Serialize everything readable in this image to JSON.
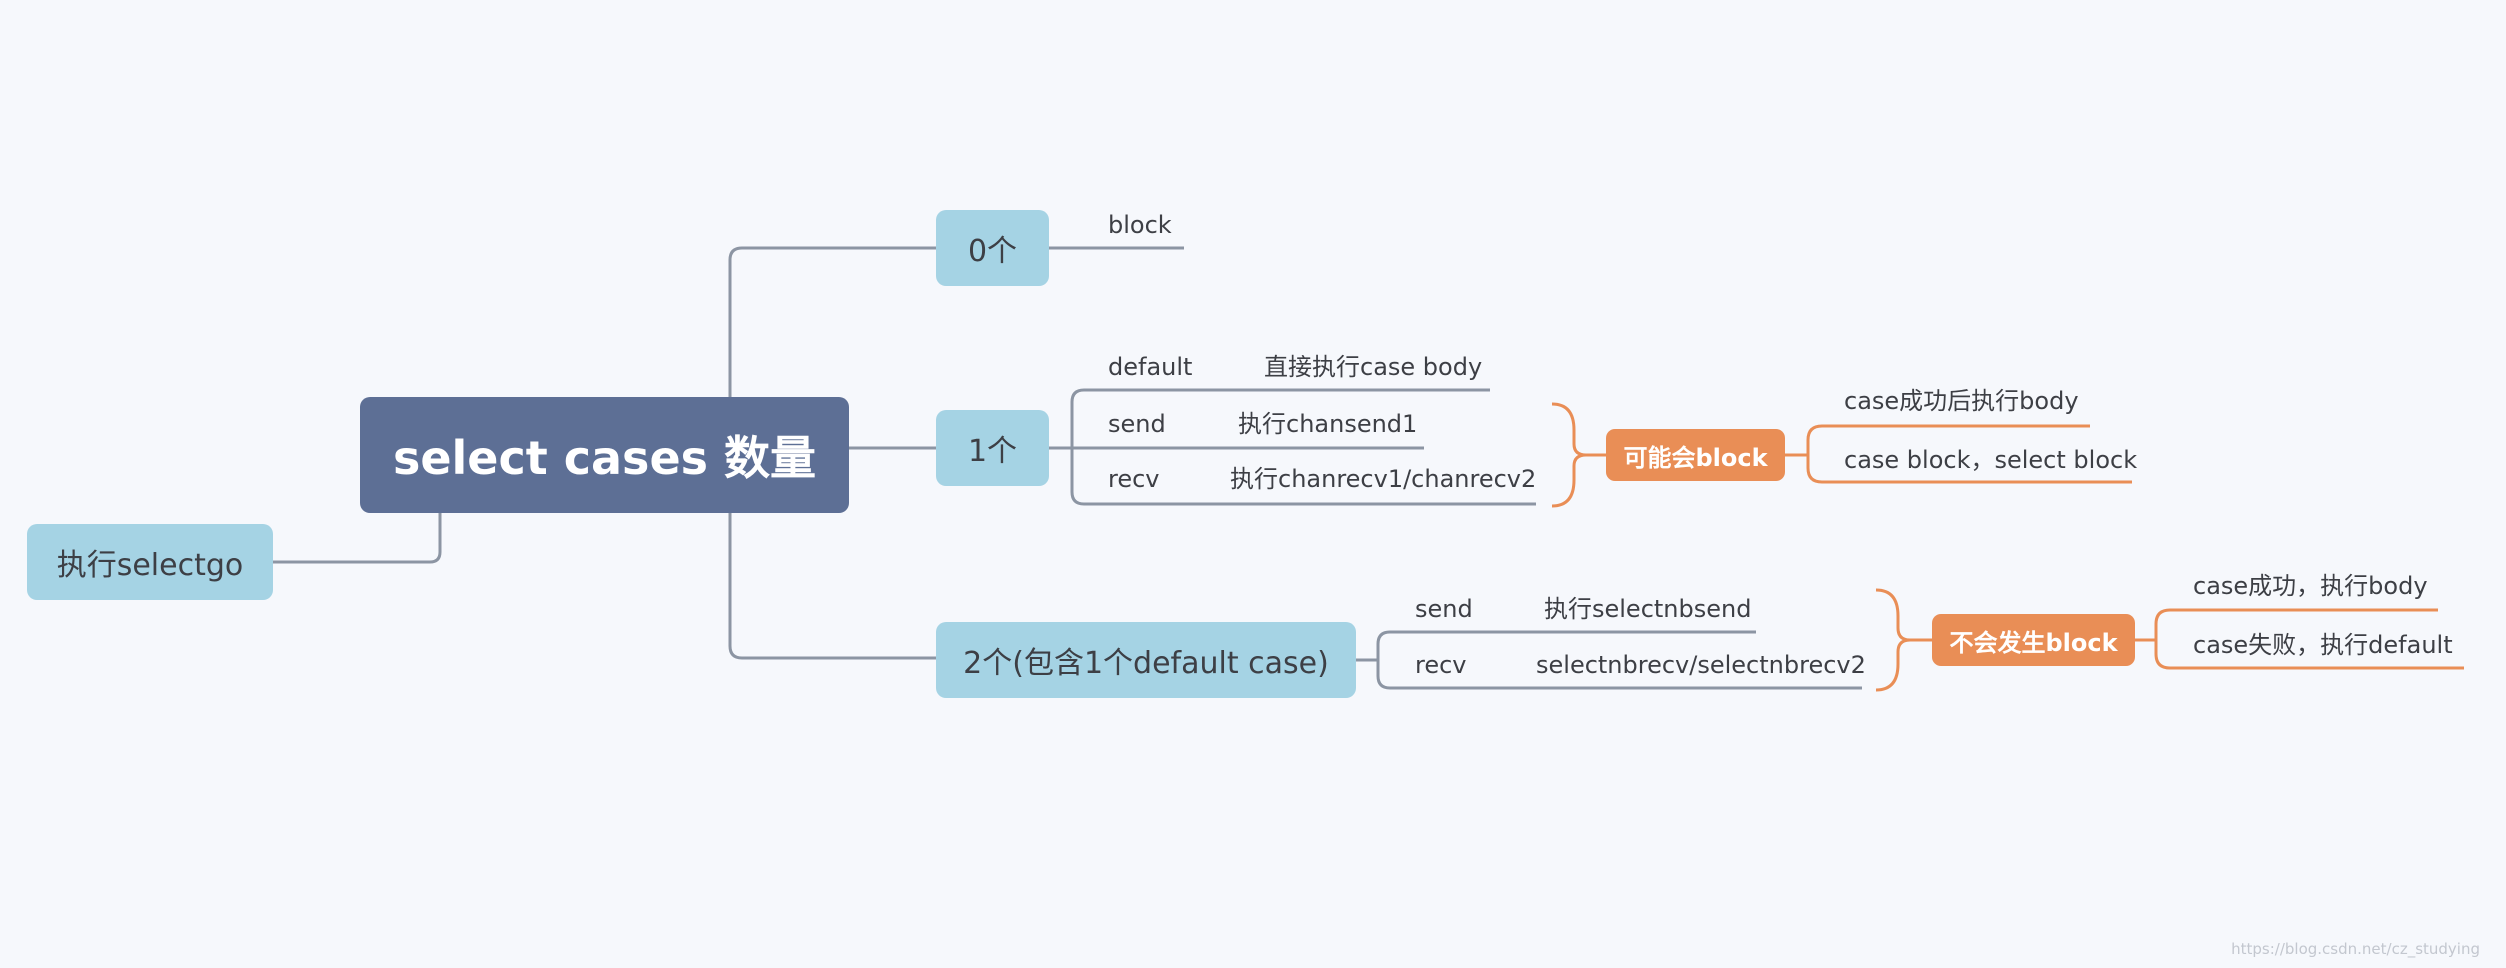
{
  "central": {
    "title": "select cases 数量"
  },
  "root_left": {
    "label": "执行selectgo"
  },
  "branches": {
    "zero": {
      "label": "0个",
      "leaf": "block"
    },
    "one": {
      "label": "1个",
      "rows": [
        {
          "key": "default",
          "value": "直接执行case body"
        },
        {
          "key": "send",
          "value": "执行chansend1"
        },
        {
          "key": "recv",
          "value": "执行chanrecv1/chanrecv2"
        }
      ],
      "summary": "可能会block",
      "outcomes": [
        "case成功后执行body",
        "case block，select block"
      ]
    },
    "two": {
      "label": "2个(包含1个default case)",
      "rows": [
        {
          "key": "send",
          "value": "执行selectnbsend"
        },
        {
          "key": "recv",
          "value": "selectnbrecv/selectnbrecv2"
        }
      ],
      "summary": "不会发生block",
      "outcomes": [
        "case成功，执行body",
        "case失败，执行default"
      ]
    }
  },
  "watermark": "https://blog.csdn.net/cz_studying",
  "colors": {
    "background": "#f6f8fc",
    "central": "#5d6f95",
    "topic": "#a5d3e4",
    "accent": "#e98e56",
    "line": "#8c95a3"
  }
}
